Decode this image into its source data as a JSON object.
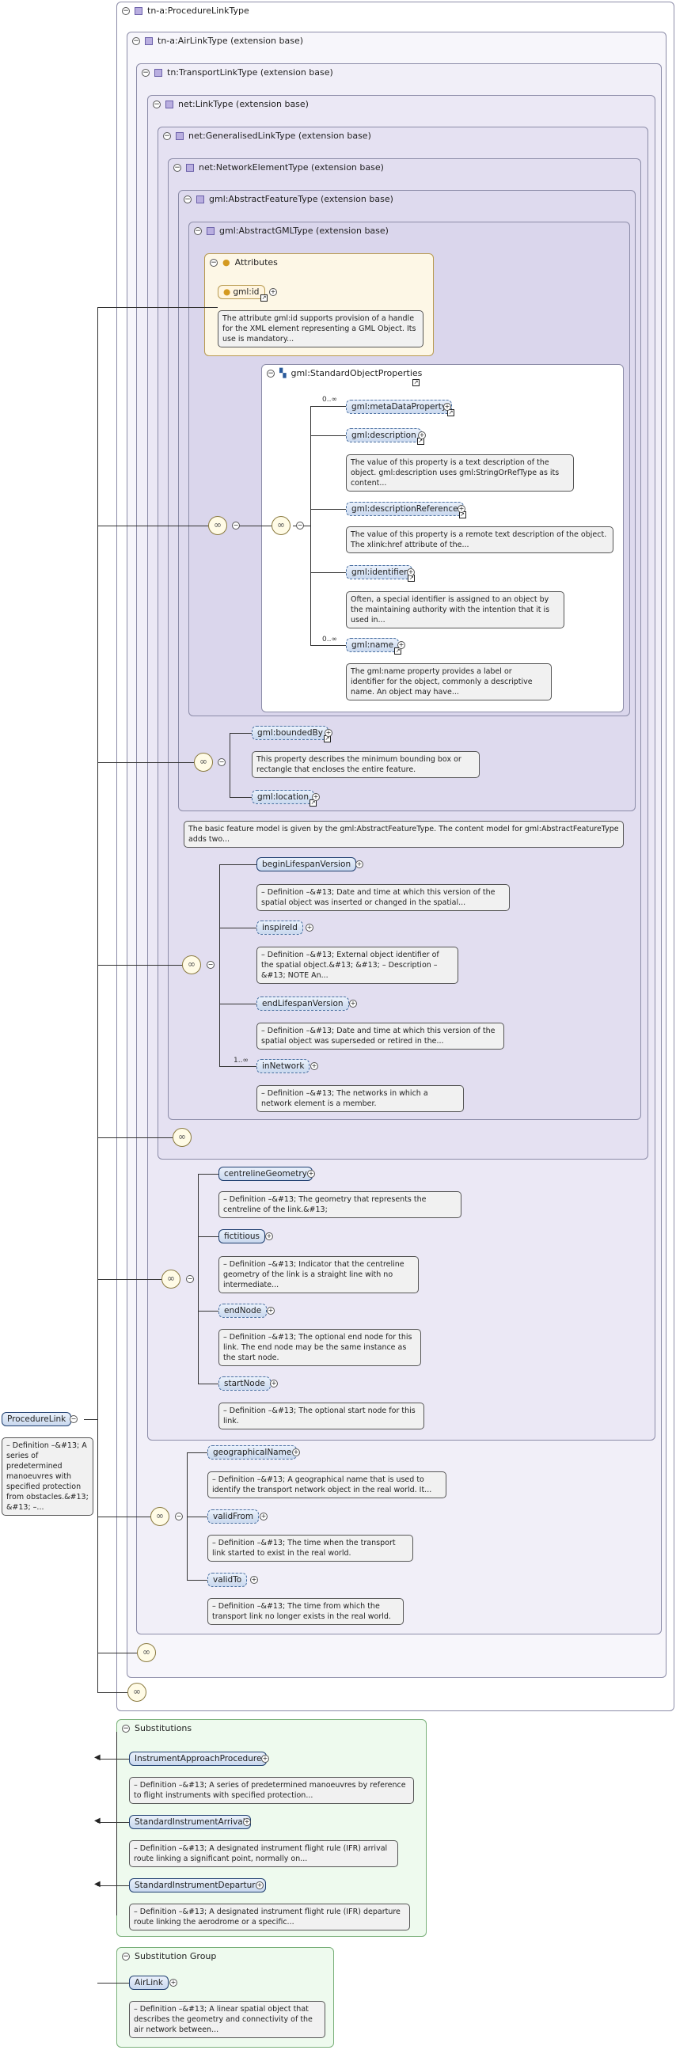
{
  "types": {
    "procedure": "tn-a:ProcedureLinkType",
    "airlink": "tn-a:AirLinkType (extension base)",
    "transport": "tn:TransportLinkType (extension base)",
    "link": "net:LinkType (extension base)",
    "generalised": "net:GeneralisedLinkType (extension base)",
    "network": "net:NetworkElementType (extension base)",
    "feature": "gml:AbstractFeatureType (extension base)",
    "gmltype": "gml:AbstractGMLType (extension base)"
  },
  "attributes": {
    "title": "Attributes",
    "gmlid": "gml:id",
    "gmlid_doc": "The attribute gml:id supports provision of a handle for the XML element representing a GML Object. Its use is mandatory..."
  },
  "sop": {
    "title": "gml:StandardObjectProperties",
    "items": [
      {
        "name": "gml:metaDataProperty",
        "mult": "0..∞",
        "doc": ""
      },
      {
        "name": "gml:description",
        "mult": "",
        "doc": "The value of this property is a text description of the object. gml:description uses gml:StringOrRefType as its content..."
      },
      {
        "name": "gml:descriptionReference",
        "mult": "",
        "doc": "The value of this property is a remote text description of the object. The xlink:href attribute of the..."
      },
      {
        "name": "gml:identifier",
        "mult": "",
        "doc": "Often, a special identifier is assigned to an object by the maintaining authority with the intention that it is used in..."
      },
      {
        "name": "gml:name",
        "mult": "0..∞",
        "doc": "The gml:name property provides a label or identifier for the object, commonly a descriptive name. An object may have..."
      }
    ]
  },
  "feature_seq": {
    "bounded": "gml:boundedBy",
    "bounded_doc": "This property describes the minimum bounding box or rectangle that encloses the entire feature.",
    "location": "gml:location"
  },
  "feature_doc": "The basic feature model is given by the gml:AbstractFeatureType. The content model for gml:AbstractFeatureType adds two...",
  "network_seq": [
    {
      "name": "beginLifespanVersion",
      "mult": "",
      "doc": "– Definition –&#13; Date and time at which this version of the spatial object was inserted or changed in the spatial..."
    },
    {
      "name": "inspireId",
      "mult": "",
      "doc": "– Definition –&#13; External object identifier of the spatial object.&#13; &#13; – Description –&#13; NOTE An..."
    },
    {
      "name": "endLifespanVersion",
      "mult": "",
      "doc": "– Definition –&#13; Date and time at which this version of the spatial object was superseded or retired in the..."
    },
    {
      "name": "inNetwork",
      "mult": "1..∞",
      "doc": "– Definition –&#13; The networks in which a network element is a member."
    }
  ],
  "link_seq": [
    {
      "name": "centrelineGeometry",
      "doc": "– Definition –&#13; The geometry that represents the centreline of the link.&#13;"
    },
    {
      "name": "fictitious",
      "doc": "– Definition –&#13; Indicator that the centreline geometry of the link is a straight line with no intermediate..."
    },
    {
      "name": "endNode",
      "doc": "– Definition –&#13; The optional end node for this link. The end node may be the same instance as the start node."
    },
    {
      "name": "startNode",
      "doc": "– Definition –&#13; The optional start node for this link."
    }
  ],
  "transport_seq": [
    {
      "name": "geographicalName",
      "doc": "– Definition –&#13; A geographical name that is used to identify the transport network object in the real world. It..."
    },
    {
      "name": "validFrom",
      "doc": "– Definition –&#13; The time when the transport link started to exist in the real world."
    },
    {
      "name": "validTo",
      "doc": "– Definition –&#13; The time from which the transport link no longer exists in the real world."
    }
  ],
  "root": {
    "name": "ProcedureLink",
    "doc": "– Definition –&#13; A series of predetermined manoeuvres with specified protection from obstacles.&#13; &#13; –..."
  },
  "substitutions": {
    "title": "Substitutions",
    "items": [
      {
        "name": "InstrumentApproachProcedure",
        "doc": "– Definition –&#13; A series of predetermined manoeuvres by reference to flight instruments with specified protection..."
      },
      {
        "name": "StandardInstrumentArrival",
        "doc": "– Definition –&#13; A designated instrument flight rule (IFR) arrival route linking a significant point, normally on..."
      },
      {
        "name": "StandardInstrumentDeparture",
        "doc": "– Definition –&#13; A designated instrument flight rule (IFR) departure route linking the aerodrome or a specific..."
      }
    ]
  },
  "subgroup": {
    "title": "Substitution Group",
    "name": "AirLink",
    "doc": "– Definition –&#13; A linear spatial object that describes the geometry and connectivity of the air network between..."
  }
}
